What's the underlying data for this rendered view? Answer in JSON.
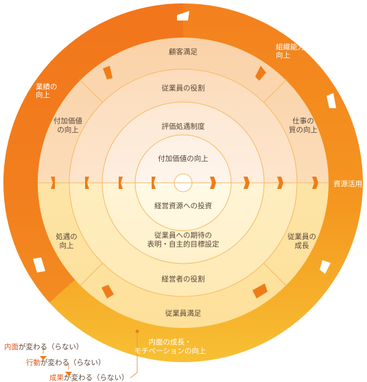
{
  "colors": {
    "outer_top": "#f3801e",
    "outer_left": "#f06f1d",
    "outer_bottom": "#f6b52a",
    "ring2": "#fad6b0",
    "ring2_bottom": "#fde6a8",
    "ring3": "#fce0c4",
    "ring3_bottom": "#fff0c7",
    "ring4": "#fdebd8",
    "ring4_bottom": "#fff6da",
    "ring5": "#fef3e8",
    "core": "#ffffff",
    "arrow": "#ef7d17",
    "text_dark": "#5a4636",
    "text_white": "#ffffff",
    "accent_red": "#e05a1a"
  },
  "outer_ring": {
    "top_right": "組織能力\n向上",
    "left": "業績の\n向上",
    "right": "資源活用",
    "bottom": "内面の成長・\nモチベーションの向上"
  },
  "ring2": {
    "top": "顧客満足",
    "bottom": "従業員満足",
    "left_top": "付加価値\nの向上",
    "right_top": "仕事の\n質の向上",
    "left_bottom": "処遇の\n向上",
    "right_bottom": "従業員の\n成長"
  },
  "ring3": {
    "top": "従業員の役割",
    "bottom": "経営者の役割"
  },
  "ring4": {
    "top": "評価処遇制度",
    "bottom": "従業員への期待の\n表明・自主的目標設定"
  },
  "ring5": {
    "top": "付加価値の向上",
    "bottom": "経営資源への投資"
  },
  "legend": [
    {
      "prefix": "内面",
      "suffix": "が変わる（らない）"
    },
    {
      "prefix": "行動",
      "suffix": "が変わる（らない）"
    },
    {
      "prefix": "成果",
      "suffix": "が変わる（らない）"
    }
  ]
}
